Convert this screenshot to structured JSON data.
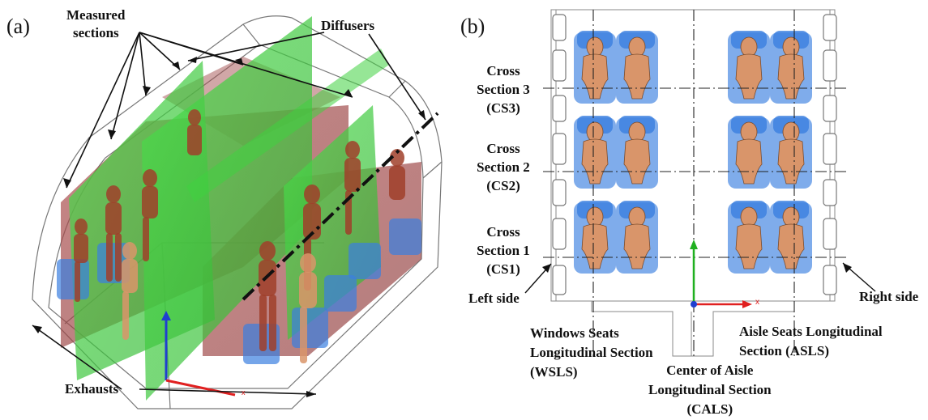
{
  "panel_a": {
    "letter": "(a)",
    "measured_sections": [
      "Measured",
      "sections"
    ],
    "diffusers": "Diffusers",
    "exhausts": "Exhausts"
  },
  "panel_b": {
    "letter": "(b)",
    "cs3": [
      "Cross",
      "Section 3",
      "(CS3)"
    ],
    "cs2": [
      "Cross",
      "Section 2",
      "(CS2)"
    ],
    "cs1": [
      "Cross",
      "Section 1",
      "(CS1)"
    ],
    "left_side": "Left side",
    "right_side": "Right side",
    "wsls": [
      "Windows Seats",
      "Longitudinal Section",
      "(WSLS)"
    ],
    "cals": [
      "Center of Aisle",
      "Longitudinal Section",
      "(CALS)"
    ],
    "asls": [
      "Aisle Seats Longitudinal",
      "Section (ASLS)"
    ],
    "axis_x": "x"
  },
  "colors": {
    "plane_green": "#3fd13f",
    "plane_red": "#a04040",
    "seat_blue": "#3b7fe0",
    "mannequin_brown": "#a0402a",
    "mannequin_tan": "#d9956a",
    "axis_red": "#e02020",
    "axis_green": "#20b020",
    "axis_blue": "#1f3fd0"
  }
}
